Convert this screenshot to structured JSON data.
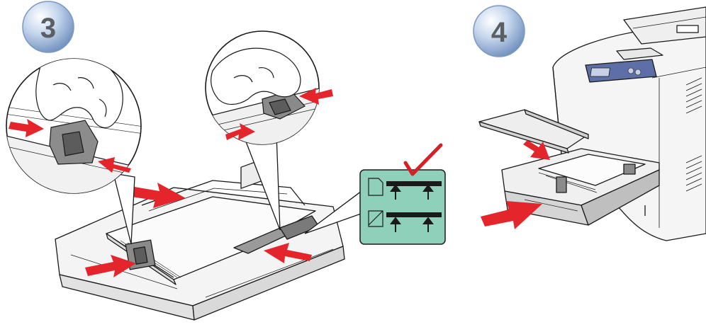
{
  "steps": [
    {
      "number": "3"
    },
    {
      "number": "4"
    }
  ],
  "colors": {
    "badge_fill": "#a8bfdf",
    "badge_number": "#5a5f63",
    "push_arrow": "#e4252b",
    "check_mark": "#d62027",
    "label_panel": "#8fd0ba",
    "line": "#1a1a1a",
    "tray": "#f2f2f2"
  },
  "icons": [
    "step-3-badge",
    "step-4-badge",
    "paper-tray-illustration",
    "guide-adjust-arrow",
    "zoom-callout-left-hand",
    "zoom-callout-right-hand",
    "paper-orientation-label",
    "red-checkmark-icon",
    "printer-illustration",
    "tray-cover",
    "tray-insert-arrow"
  ]
}
